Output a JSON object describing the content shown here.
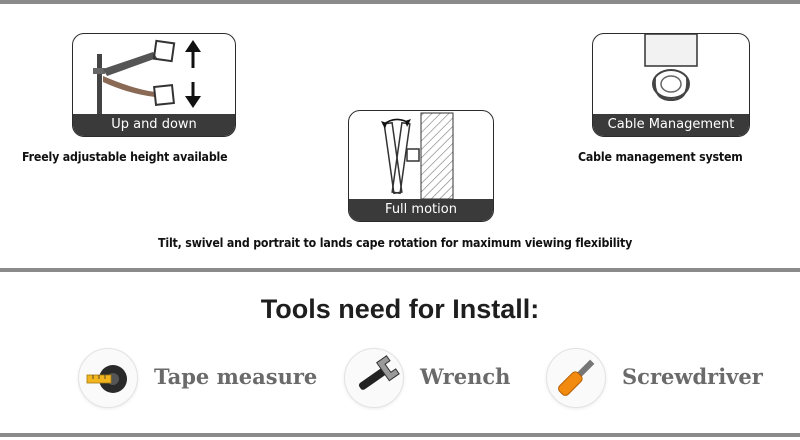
{
  "features": {
    "up_down": {
      "badge": "Up and down",
      "caption": "Freely adjustable height available"
    },
    "full_motion": {
      "badge": "Full motion",
      "caption": "Tilt, swivel and portrait to lands cape rotation for maximum viewing flexibility"
    },
    "cable": {
      "badge": "Cable Management",
      "caption": "Cable management system"
    }
  },
  "tools": {
    "title": "Tools need for Install:",
    "items": [
      {
        "name": "Tape measure",
        "icon": "tape-measure-icon"
      },
      {
        "name": "Wrench",
        "icon": "wrench-icon"
      },
      {
        "name": "Screwdriver",
        "icon": "screwdriver-icon"
      }
    ]
  },
  "colors": {
    "divider": "#8a8a8a",
    "badge_bg": "#3a3a3a",
    "tape_yellow": "#f2b51d",
    "screwdriver_orange": "#f28a10"
  }
}
